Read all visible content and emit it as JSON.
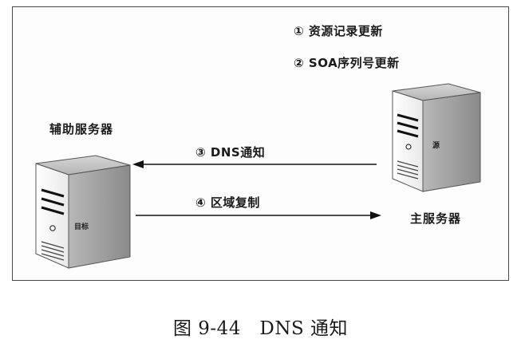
{
  "steps": {
    "step1": "① 资源记录更新",
    "step2": "② SOA序列号更新",
    "step3": "③ DNS通知",
    "step4": "④ 区域复制"
  },
  "servers": {
    "secondary_label": "辅助服务器",
    "secondary_tag": "目标",
    "primary_label": "主服务器",
    "primary_tag": "源"
  },
  "caption": "图 9-44   DNS 通知"
}
